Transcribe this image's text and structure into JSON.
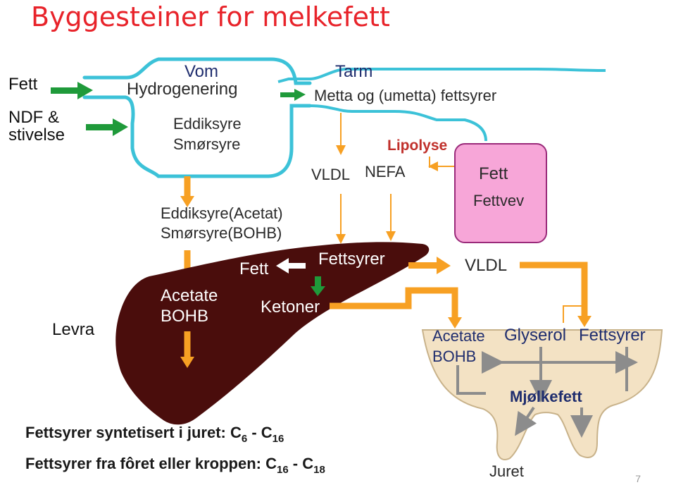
{
  "title": "Byggesteiner for melkefett",
  "left_labels": {
    "fett": "Fett",
    "ndf_line1": "NDF &",
    "ndf_line2": "stivelse",
    "levra": "Levra"
  },
  "rumen": {
    "vom": "Vom",
    "hydrogenering": "Hydrogenering",
    "eddiksyre": "Eddiksyre",
    "smorsyre": "Smørsyre"
  },
  "tarm": {
    "label": "Tarm",
    "desc": "Metta og (umetta) fettsyrer"
  },
  "blood": {
    "vldl": "VLDL",
    "nefa": "NEFA",
    "lipolyse": "Lipolyse",
    "eddiksyre_acetat": "Eddiksyre(Acetat)",
    "smorsyre_bohb": "Smørsyre(BOHB)"
  },
  "fat_tissue": {
    "fett": "Fett",
    "fettvev": "Fettvev"
  },
  "liver": {
    "fett": "Fett",
    "fettsyrer": "Fettsyrer",
    "acetate": "Acetate",
    "bohb": "BOHB",
    "ketoner": "Ketoner"
  },
  "udder": {
    "vldl": "VLDL",
    "acetate": "Acetate",
    "bohb": "BOHB",
    "glyserol": "Glyserol",
    "fettsyrer": "Fettsyrer",
    "mjolkefett": "Mjølkefett",
    "juret": "Juret"
  },
  "footnotes": {
    "line1_text": "Fettsyrer syntetisert i juret: C",
    "line1_sub1": "6",
    "line1_dash": " - C",
    "line1_sub2": "16",
    "line2_text": "Fettsyrer fra fôret eller kroppen: C",
    "line2_sub1": "16",
    "line2_dash": " - C",
    "line2_sub2": "18"
  },
  "page_number": "7",
  "colors": {
    "title": "#e8232a",
    "green_arrow": "#1f9a3a",
    "cyan_outline": "#3cc2d8",
    "orange_arrow": "#f7a023",
    "liver_fill": "#4a0d0c",
    "fat_box_fill": "#f7a6d8",
    "fat_box_border": "#9a2a7a",
    "udder_fill": "#f3e2c4",
    "gray_arrow": "#8c8c8c"
  }
}
